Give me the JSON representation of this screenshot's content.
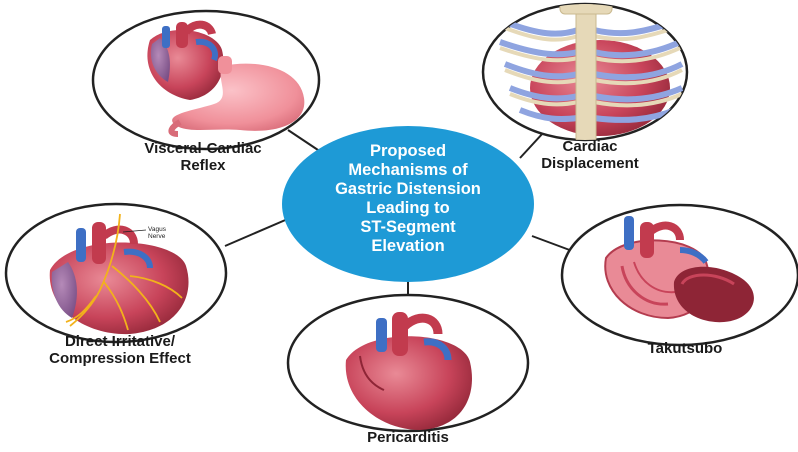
{
  "center": {
    "lines": [
      "Proposed",
      "Mechanisms of",
      "Gastric Distension",
      "Leading to",
      "ST-Segment",
      "Elevation"
    ],
    "color": "#1e9ad6"
  },
  "mechanisms": [
    {
      "id": "visceral-cardiac-reflex",
      "lines": [
        "Visceral-Cardiac",
        "Reflex"
      ],
      "image": "heart-with-stomach"
    },
    {
      "id": "cardiac-displacement",
      "lines": [
        "Cardiac",
        "Displacement"
      ],
      "image": "heart-behind-ribcage"
    },
    {
      "id": "takutsubo",
      "lines": [
        "Takutsubo"
      ],
      "image": "takotsubo-heart"
    },
    {
      "id": "pericarditis",
      "lines": [
        "Pericarditis"
      ],
      "image": "heart"
    },
    {
      "id": "direct-irritative-compression-effect",
      "lines": [
        "Direct Irritative/",
        "Compression Effect"
      ],
      "image": "heart-with-vagus-nerve"
    }
  ],
  "vagus_label": [
    "Vagus",
    "Nerve"
  ],
  "colors": {
    "heart": "#c8445a",
    "heart_dark": "#9e2a3d",
    "artery_blue": "#3e6fc4",
    "stomach": "#f0909a",
    "ribs": "#e6d9b8",
    "nerve": "#f2b21b",
    "circle_border": "#222222"
  }
}
